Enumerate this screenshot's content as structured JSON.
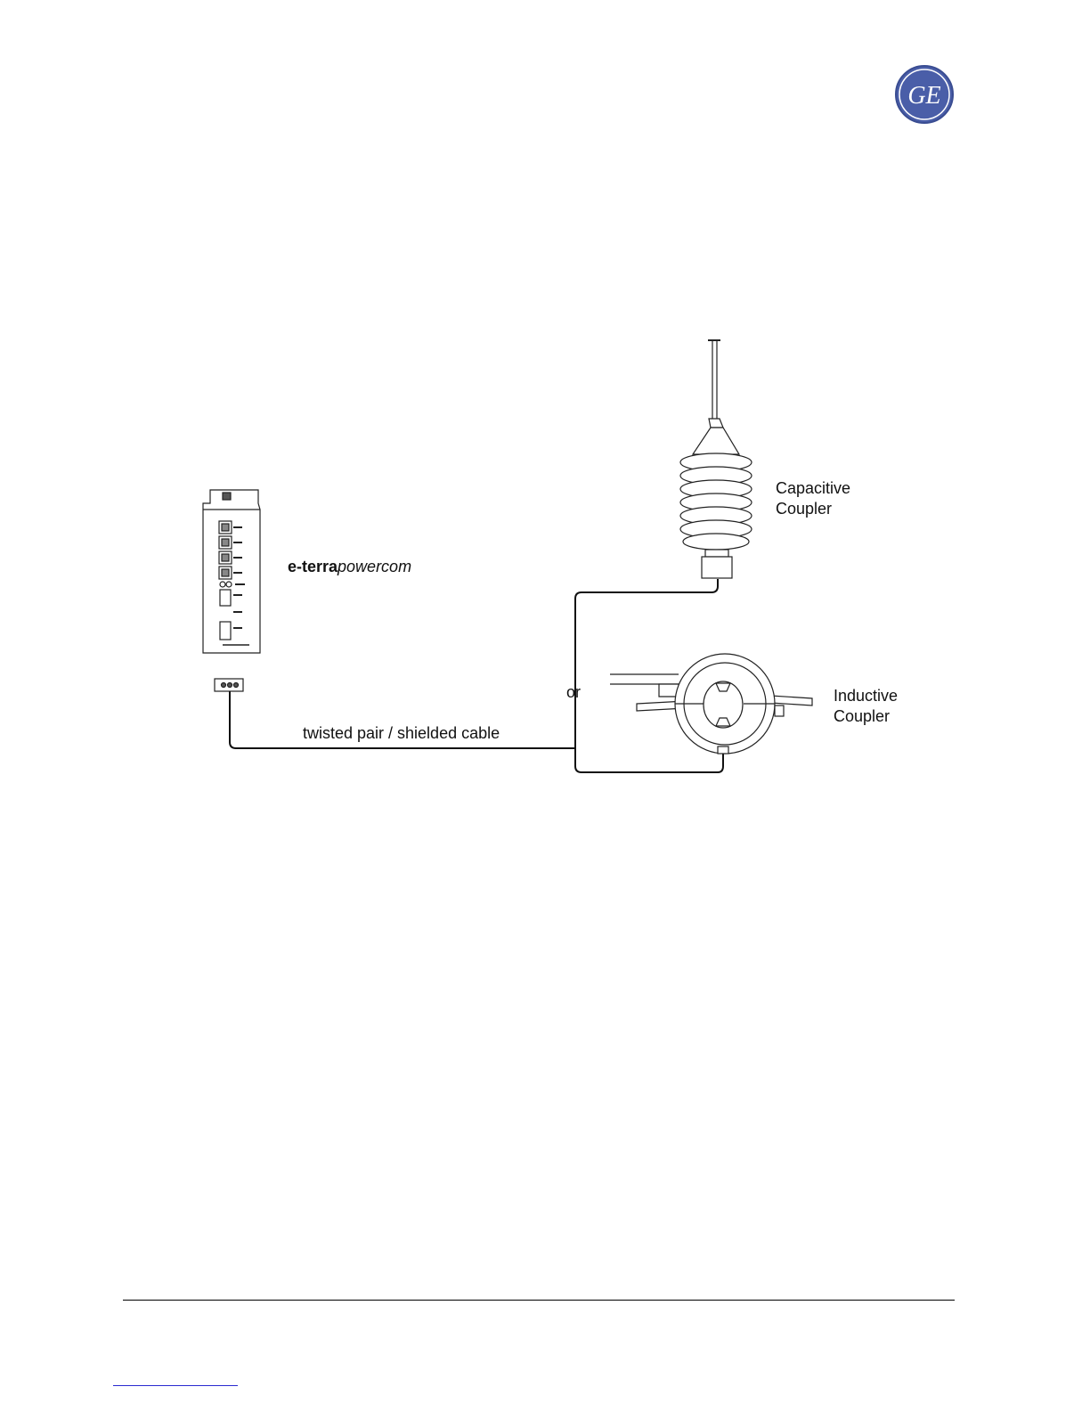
{
  "logo": {
    "text": "GE",
    "color": "#4a5ea8"
  },
  "diagram": {
    "product": {
      "name_bold": "e-terra",
      "name_italic": "powercom"
    },
    "capacitive_coupler": {
      "line1": "Capacitive",
      "line2": "Coupler"
    },
    "inductive_coupler": {
      "line1": "Inductive",
      "line2": "Coupler"
    },
    "or_label": "or",
    "cable_label": "twisted pair / shielded cable"
  },
  "colors": {
    "line": "#111111",
    "footer_rule": "#000000",
    "footer_link": "#2a2ad0"
  }
}
